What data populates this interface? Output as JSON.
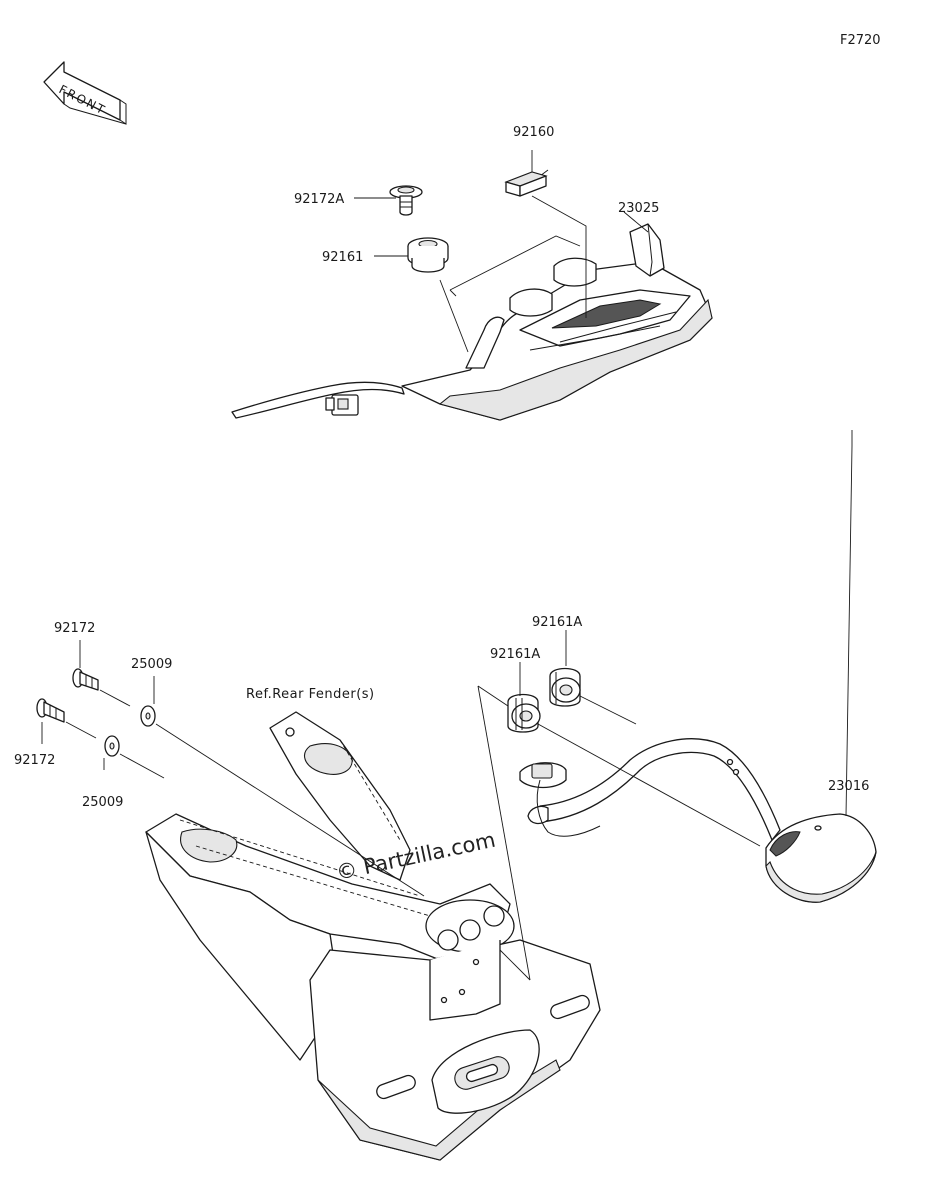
{
  "diagram": {
    "code": "F2720",
    "front_label": "FRONT",
    "reference_note": "Ref.Rear Fender(s)",
    "watermark": "© Partzilla.com",
    "parts": {
      "p92160": "92160",
      "p23025": "23025",
      "p92172A": "92172A",
      "p92161": "92161",
      "p92172_top": "92172",
      "p92172_bottom": "92172",
      "p25009_top": "25009",
      "p25009_bottom": "25009",
      "p92161A_top": "92161A",
      "p92161A_lower": "92161A",
      "p23016": "23016"
    }
  }
}
